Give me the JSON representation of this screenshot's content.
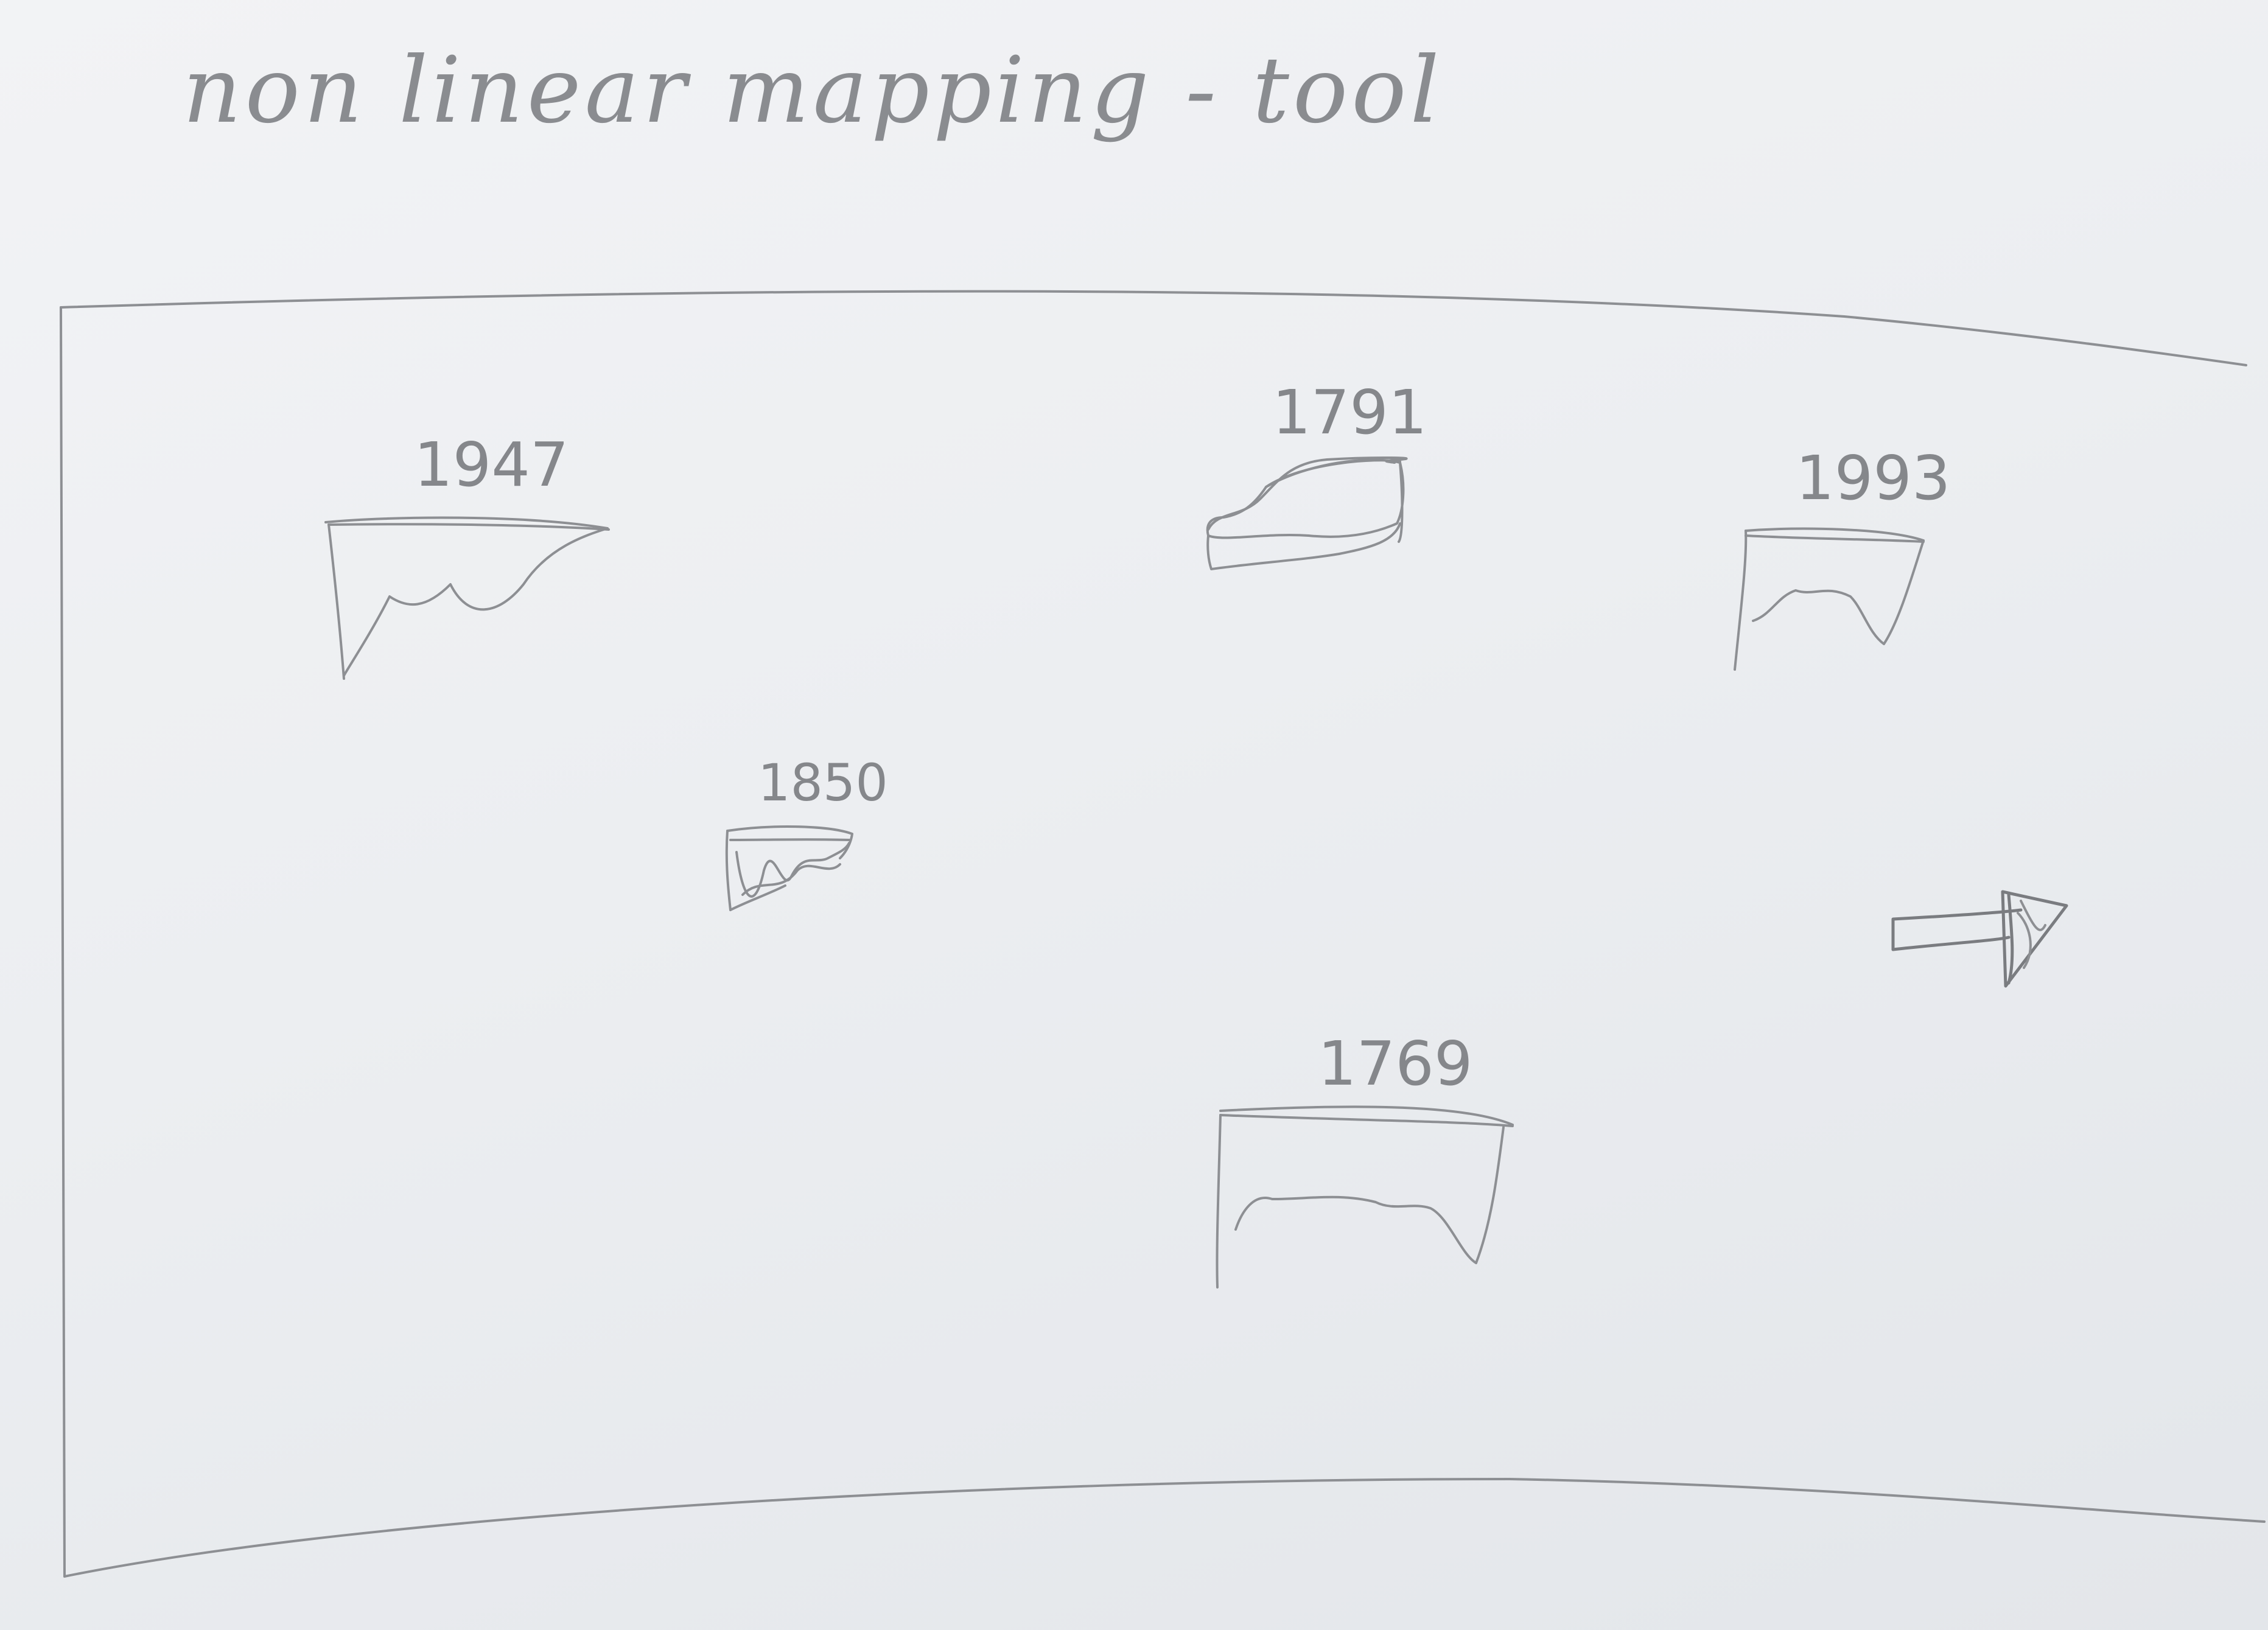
{
  "title": "non linear mapping - tool",
  "canvas": {
    "markers": [
      {
        "label": "1947"
      },
      {
        "label": "1791"
      },
      {
        "label": "1993"
      },
      {
        "label": "1850"
      },
      {
        "label": "1769"
      }
    ]
  },
  "icons": {
    "forward": "arrow-right-icon"
  },
  "colors": {
    "pencil": "#8d8f93",
    "paper": "#eceef1"
  }
}
